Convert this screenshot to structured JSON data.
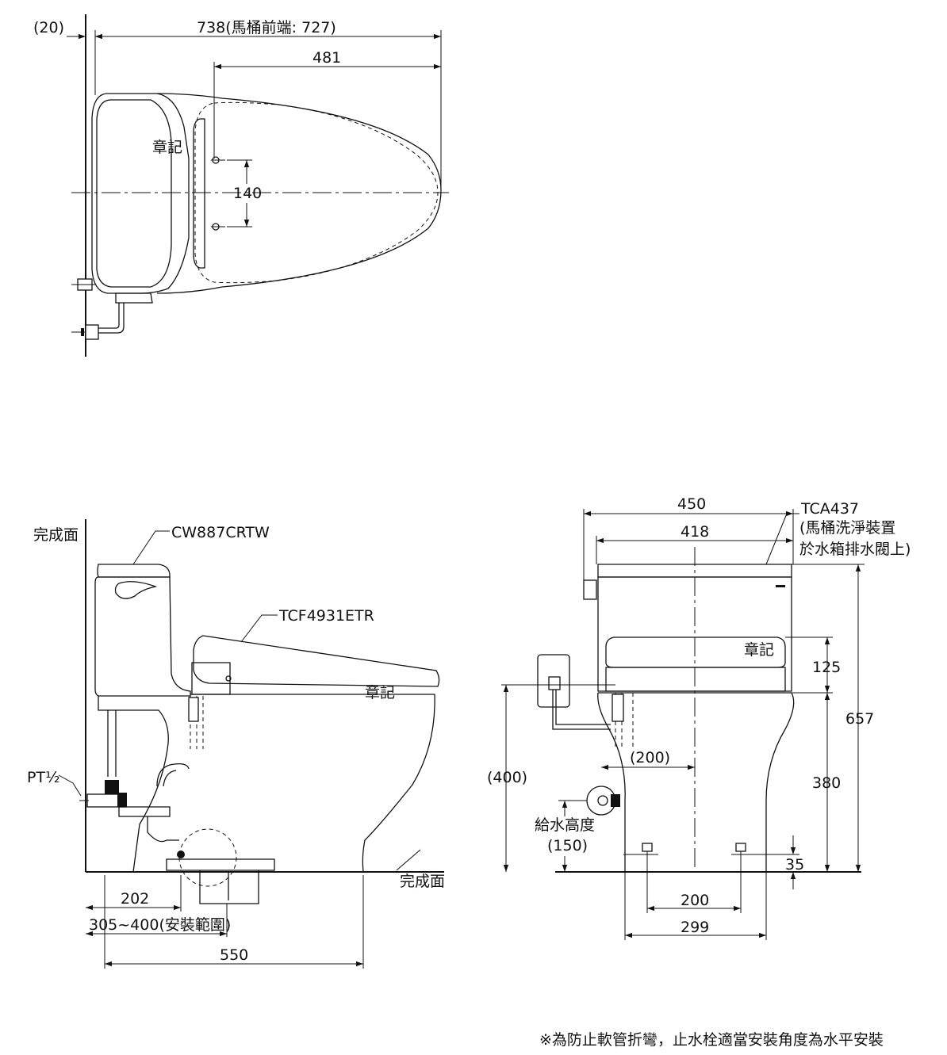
{
  "top_view": {
    "wall_offset": "(20)",
    "overall_depth": "738(馬桶前端: 727)",
    "seat_depth": "481",
    "mount_spacing": "140",
    "logo_mark": "章記"
  },
  "side_view": {
    "floor_label_wall": "完成面",
    "tank_model": "CW887CRTW",
    "seat_model": "TCF4931ETR",
    "logo_mark": "章記",
    "pipe_thread": "PT½",
    "floor_label": "完成面",
    "rough_in": "202",
    "install_range": "305~400(安裝範圍)",
    "overall_depth": "550"
  },
  "front_view": {
    "overall_width": "450",
    "tank_width": "418",
    "kit_model": "TCA437",
    "kit_note_line1": "(馬桶洗淨裝置",
    "kit_note_line2": "於水箱排水閥上)",
    "logo_mark": "章記",
    "seat_height_offset": "125",
    "overall_height": "657",
    "bowl_height_ref": "(400)",
    "supply_offset": "(200)",
    "seat_height": "380",
    "supply_height_label": "給水高度",
    "supply_height": "(150)",
    "base_height": "35",
    "bolt_spacing": "200",
    "base_width": "299"
  },
  "footnote": "※為防止軟管折彎，止水栓適當安裝角度為水平安裝"
}
